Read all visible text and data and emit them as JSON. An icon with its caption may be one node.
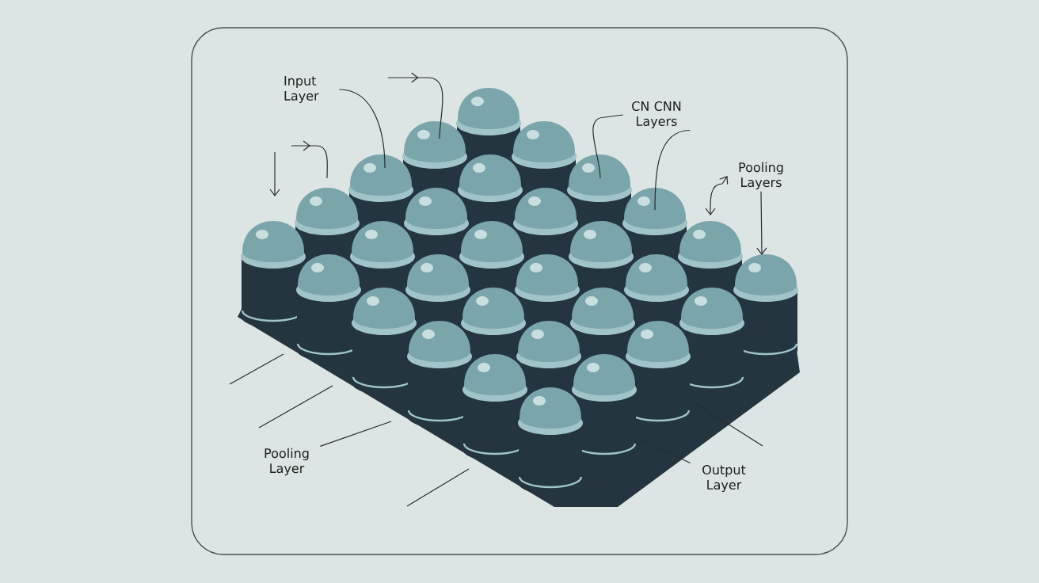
{
  "diagram": {
    "nodes": [
      {
        "text": [
          "Input Layer"
        ]
      },
      {
        "text": [
          "CN CNN Layers"
        ]
      },
      {
        "text": [
          "Pooling Layers"
        ]
      },
      {
        "text": [
          "Pooling Layer"
        ]
      },
      {
        "text": [
          "Output Layer"
        ]
      }
    ],
    "edges": [
      {
        "from": 0,
        "to": null,
        "arrow": "none"
      },
      {
        "from": 1,
        "to": null,
        "arrow": "none"
      },
      {
        "from": 1,
        "to": null,
        "arrow": "none"
      },
      {
        "from": 2,
        "to": null,
        "arrow": "both"
      },
      {
        "from": 2,
        "to": null,
        "arrow": "to"
      },
      {
        "from": 3,
        "to": null,
        "arrow": "none"
      },
      {
        "from": 4,
        "to": null,
        "arrow": "none"
      }
    ]
  }
}
